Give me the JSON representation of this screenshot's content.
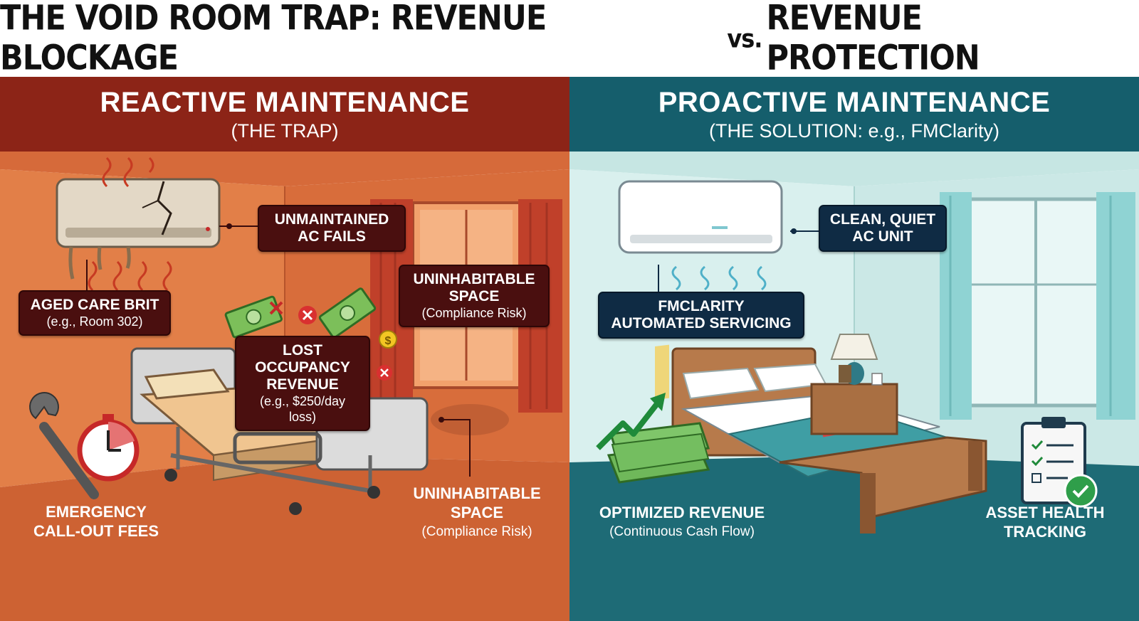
{
  "title": {
    "part1": "THE VOID ROOM TRAP: REVENUE BLOCKAGE",
    "vs": "vs.",
    "part2": "REVENUE PROTECTION"
  },
  "left": {
    "heading": "REACTIVE MAINTENANCE",
    "subheading": "(THE TRAP)",
    "ac_callout": {
      "line1": "UNMAINTAINED",
      "line2": "AC FAILS"
    },
    "room_callout": {
      "label": "AGED CARE BRIT",
      "detail": "(e.g., Room 302)"
    },
    "uninhabitable_callout": {
      "line1": "UNINHABITABLE",
      "line2": "SPACE",
      "detail": "(Compliance Risk)"
    },
    "revenue_callout": {
      "line1": "LOST",
      "line2": "OCCUPANCY",
      "line3": "REVENUE",
      "detail": "(e.g., $250/day loss)"
    },
    "emergency_label": {
      "line1": "EMERGENCY",
      "line2": "CALL-OUT FEES"
    },
    "uninhabitable_label": {
      "line1": "UNINHABITABLE",
      "line2": "SPACE",
      "detail": "(Compliance Risk)"
    },
    "coin_symbol": "$"
  },
  "right": {
    "heading": "PROACTIVE MAINTENANCE",
    "subheading": "(THE SOLUTION: e.g., FMClarity)",
    "ac_callout": {
      "line1": "CLEAN, QUIET",
      "line2": "AC UNIT"
    },
    "servicing_callout": {
      "line1": "FMCLARITY",
      "line2": "AUTOMATED SERVICING"
    },
    "revenue_label": {
      "line1": "OPTIMIZED REVENUE",
      "detail": "(Continuous Cash Flow)"
    },
    "asset_label": {
      "line1": "ASSET HEALTH",
      "line2": "TRACKING"
    }
  },
  "colors": {
    "left_header": "#8c2417",
    "left_wall": "#e07a45",
    "right_header": "#155e6c",
    "right_wall": "#d8efec",
    "callout_dark": "#4a0f0f",
    "callout_navy": "#0f2b44"
  }
}
